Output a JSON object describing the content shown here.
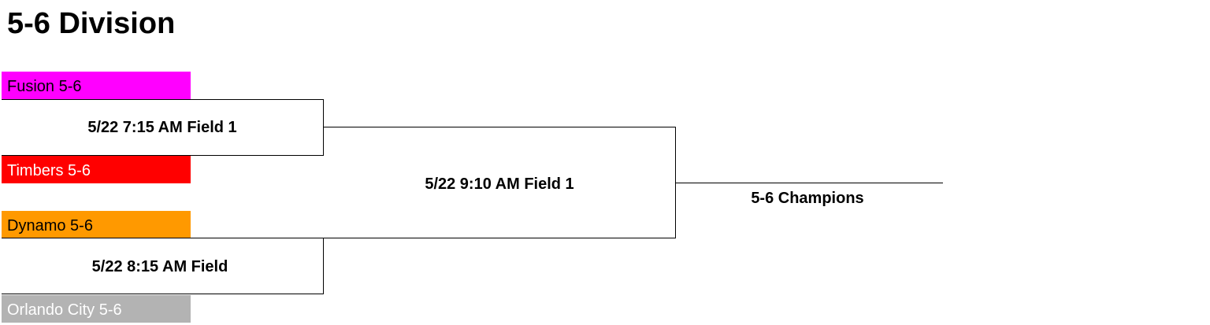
{
  "title": "5-6 Division",
  "teams": {
    "fusion": "Fusion 5-6",
    "timbers": "Timbers 5-6",
    "dynamo": "Dynamo 5-6",
    "orlando": "Orlando City 5-6"
  },
  "matches": {
    "semifinal_1": "5/22 7:15 AM Field 1",
    "semifinal_2": "5/22 8:15 AM Field",
    "final": "5/22 9:10 AM Field 1"
  },
  "champion": "5-6 Champions",
  "colors": {
    "fusion": "#ff00ff",
    "timbers": "#ff0000",
    "dynamo": "#ff9900",
    "orlando": "#b3b3b3"
  }
}
